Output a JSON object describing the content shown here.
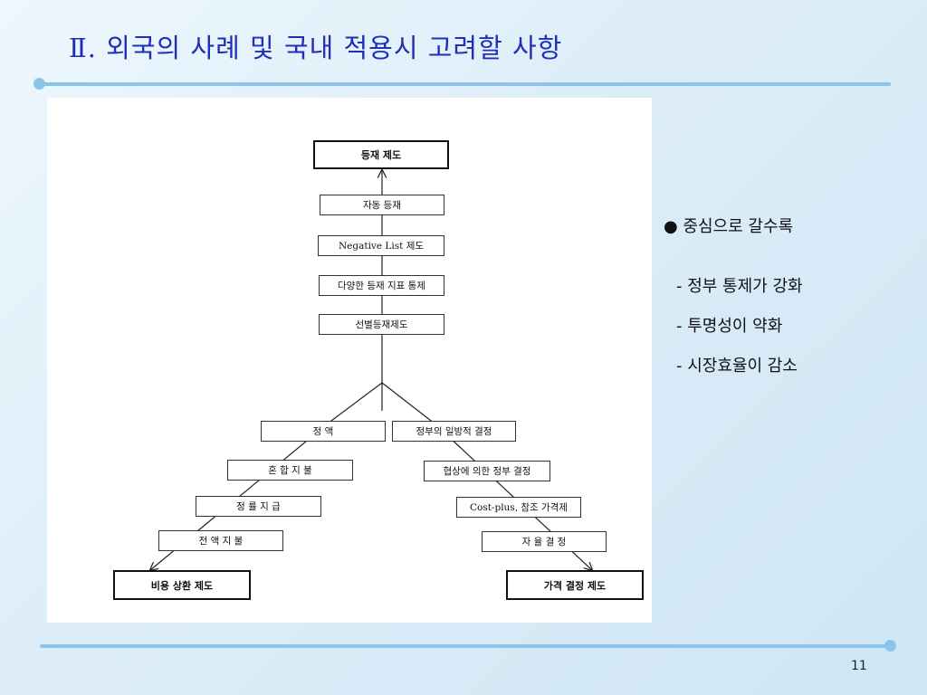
{
  "slide": {
    "title": "Ⅱ. 외국의 사례 및 국내 적용시 고려할 사항",
    "page_number": "11"
  },
  "diagram": {
    "top_box": "등재 제도",
    "chain": [
      "자동 등재",
      "Negative List 제도",
      "다양한 등재 지표 통제",
      "선별등재제도"
    ],
    "left_branch": [
      "정      액",
      "혼 합 지 불",
      "정 률 지 급",
      "전 액 지 불"
    ],
    "left_end": "비용 상환 제도",
    "right_branch": [
      "정부의 일방적 결정",
      "협상에 의한 정부 결정",
      "Cost-plus, 참조 가격제",
      "자 율 결 정"
    ],
    "right_end": "가격 결정 제도"
  },
  "notes": {
    "heading": "● 중심으로 갈수록",
    "points": [
      "- 정부 통제가 강화",
      "- 투명성이 약화",
      "- 시장효율이 감소"
    ]
  }
}
